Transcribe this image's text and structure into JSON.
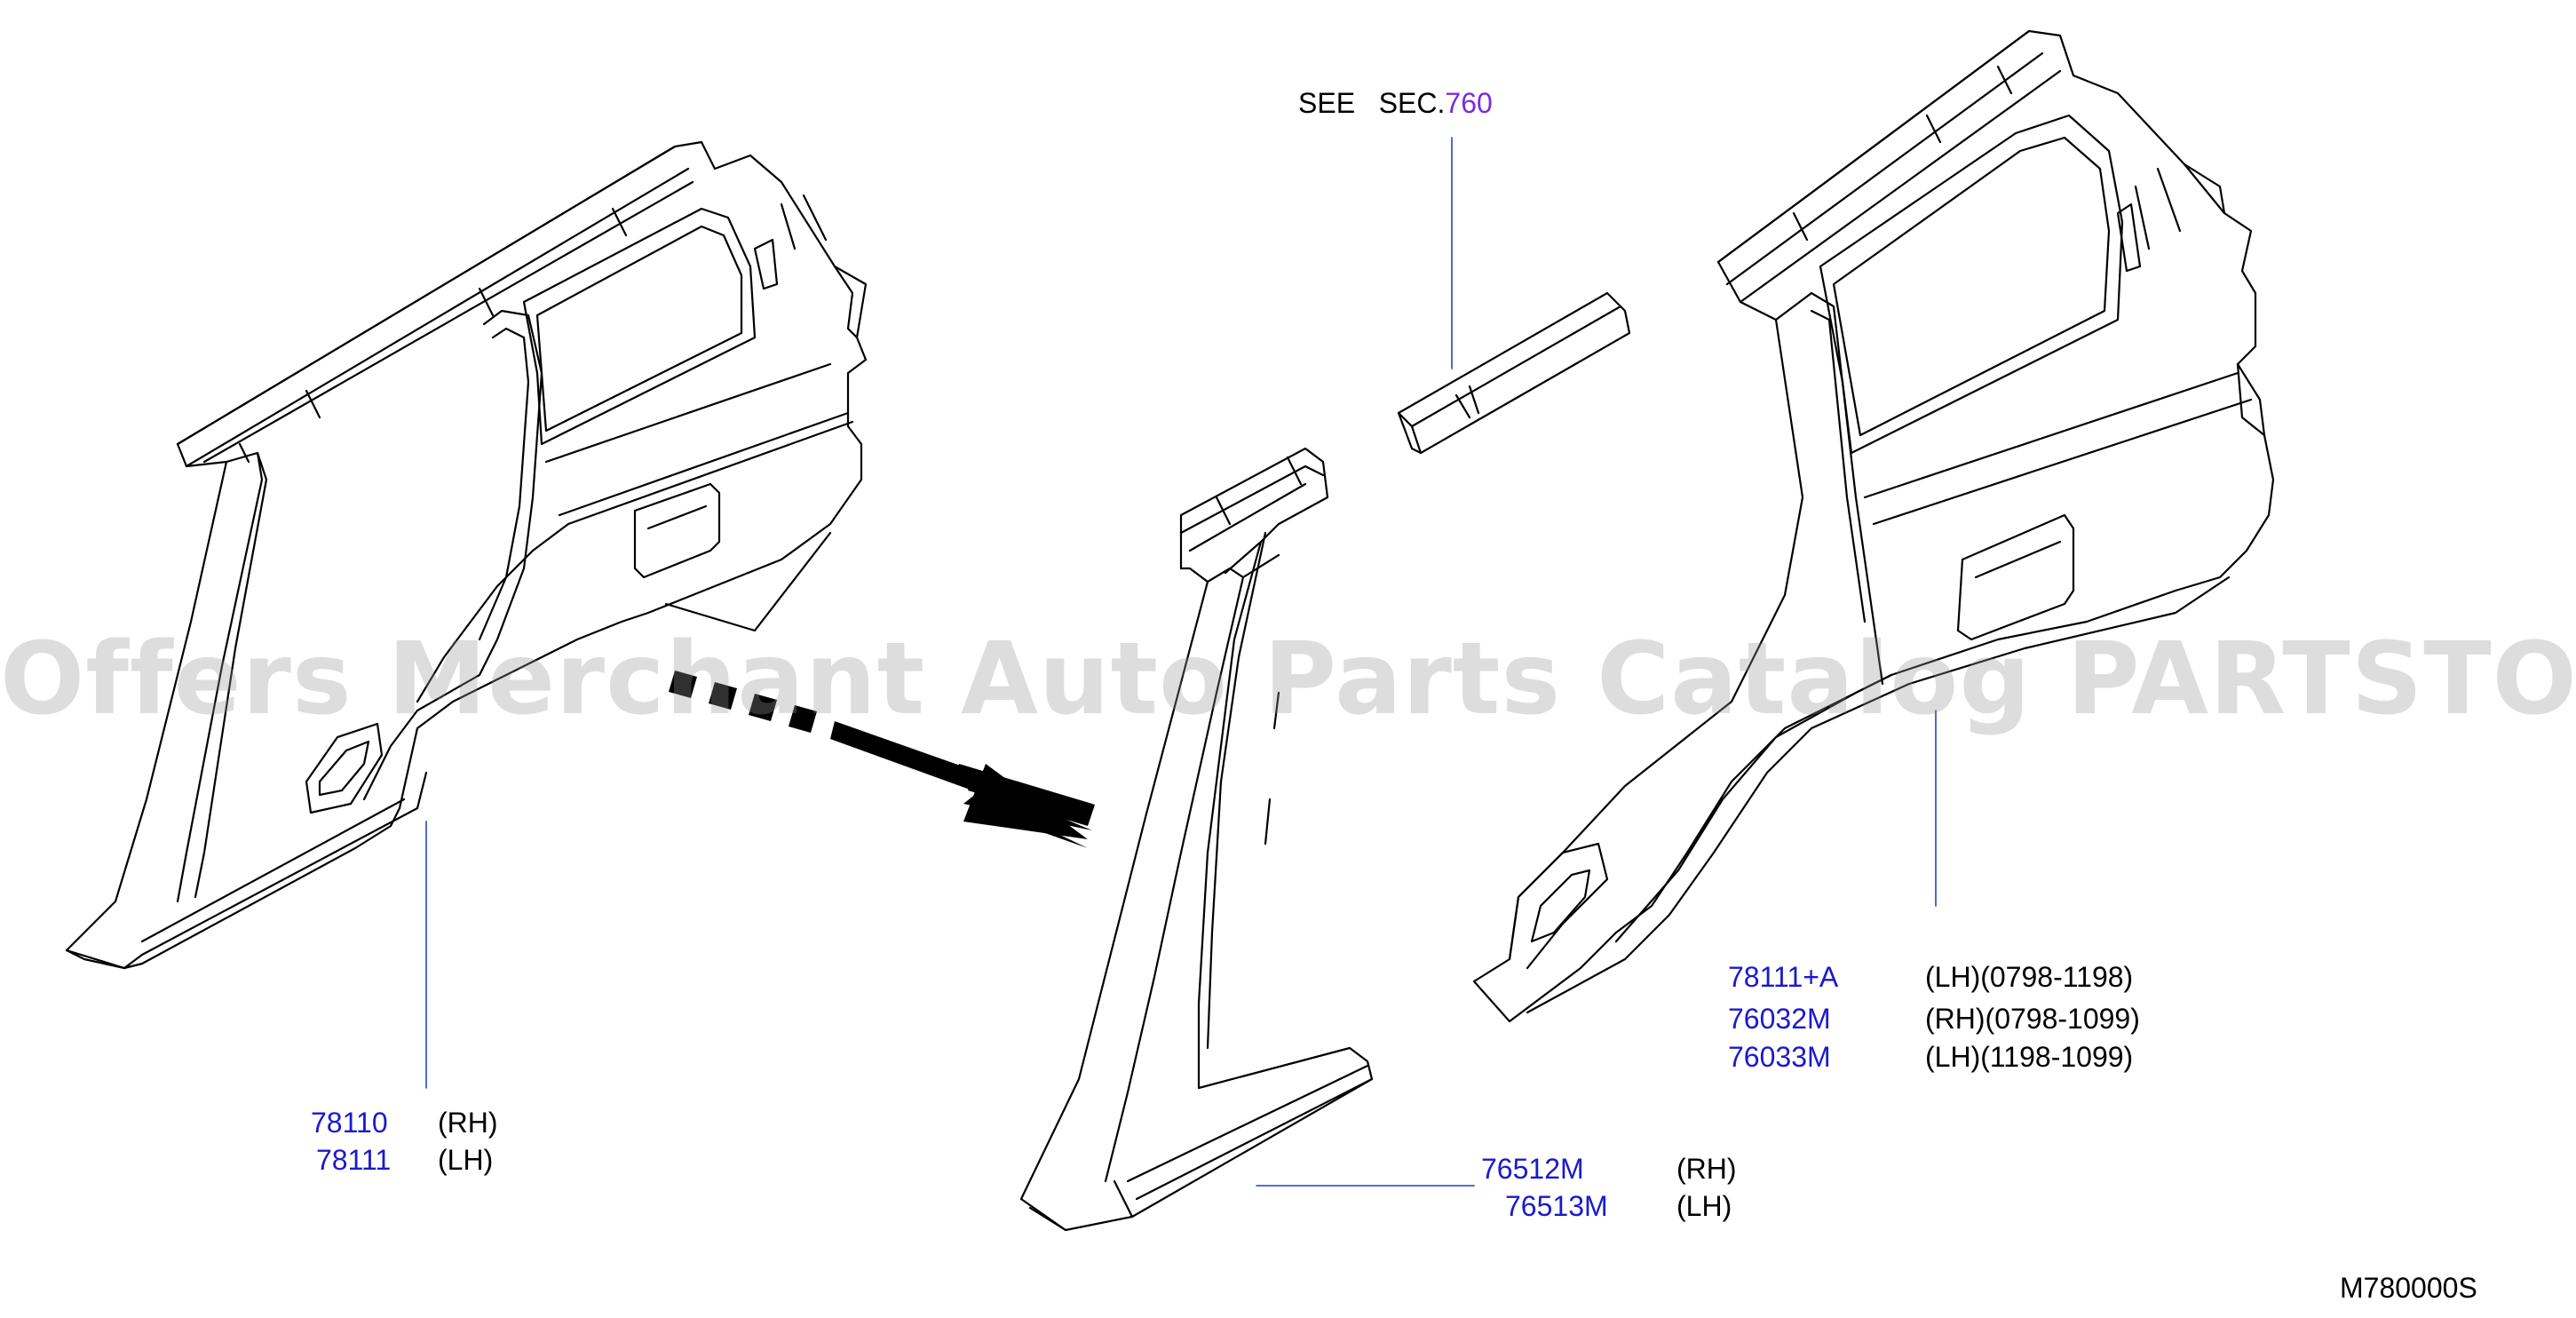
{
  "watermark": "Offers Merchant Auto Parts Catalog PARTSTORE.SA",
  "see_section": {
    "prefix": "SEE",
    "sec": "SEC.",
    "number": "760"
  },
  "groups": {
    "left": [
      {
        "part": "78110",
        "side": "(RH)"
      },
      {
        "part": "78111",
        "side": "(LH)"
      }
    ],
    "center": [
      {
        "part": "76512M",
        "side": "(RH)"
      },
      {
        "part": "76513M",
        "side": "(LH)"
      }
    ],
    "right": [
      {
        "part": "78111+A",
        "side": "(LH)(0798-1198)"
      },
      {
        "part": "76032M",
        "side": "(RH)(0798-1099)"
      },
      {
        "part": "76033M",
        "side": "(LH)(1198-1099)"
      }
    ]
  },
  "diagram_code": "M780000S",
  "colors": {
    "part_number": "#1a1acc",
    "section_number": "#7a2be0",
    "leader_line": "#3b5bcc",
    "outline": "#000000"
  }
}
